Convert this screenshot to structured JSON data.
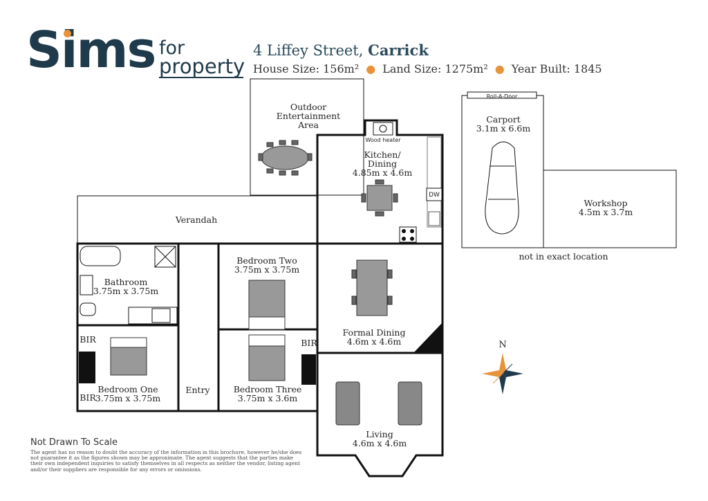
{
  "brand": {
    "name_main": "Sims",
    "name_for": "for",
    "name_property": "property",
    "accent_color": "#e8923a",
    "primary_color": "#1f3a4a"
  },
  "property": {
    "street": "4 Liffey Street,",
    "suburb": "Carrick",
    "house_size": "House Size: 156m²",
    "land_size": "Land Size: 1275m²",
    "year_built": "Year Built: 1845"
  },
  "rooms": {
    "outdoor": "Outdoor\nEntertainment\nArea",
    "kitchen": "Kitchen/\nDining\n4.85m x 4.6m",
    "wood_heater": "Wood heater",
    "dw": "DW",
    "verandah": "Verandah",
    "bathroom": "Bathroom\n3.75m x 3.75m",
    "bedroom_two": "Bedroom Two\n3.75m x 3.75m",
    "formal_dining": "Formal Dining\n4.6m x 4.6m",
    "bedroom_one": "Bedroom One\n3.75m x 3.75m",
    "bedroom_three": "Bedroom Three\n3.75m x 3.6m",
    "entry": "Entry",
    "living": "Living\n4.6m x 4.6m",
    "bir": "BIR"
  },
  "outbuildings": {
    "roll_door": "Roll-A-Door",
    "carport": "Carport\n3.1m x 6.6m",
    "workshop": "Workshop\n4.5m x 3.7m",
    "location_note": "not in exact location"
  },
  "compass": {
    "north": "N"
  },
  "footer": {
    "scale_note": "Not Drawn To Scale",
    "disclaimer": "The agent has no reason to doubt the accuracy of the information in this brochure, however he/she does not guarantee it as the figures shown may be approximate. The agent suggests that the parties make their own independent inquiries to satisfy themselves in all respects as neither the vendor, listing agent and/or their suppliers are responsible for any errors or omissions."
  }
}
